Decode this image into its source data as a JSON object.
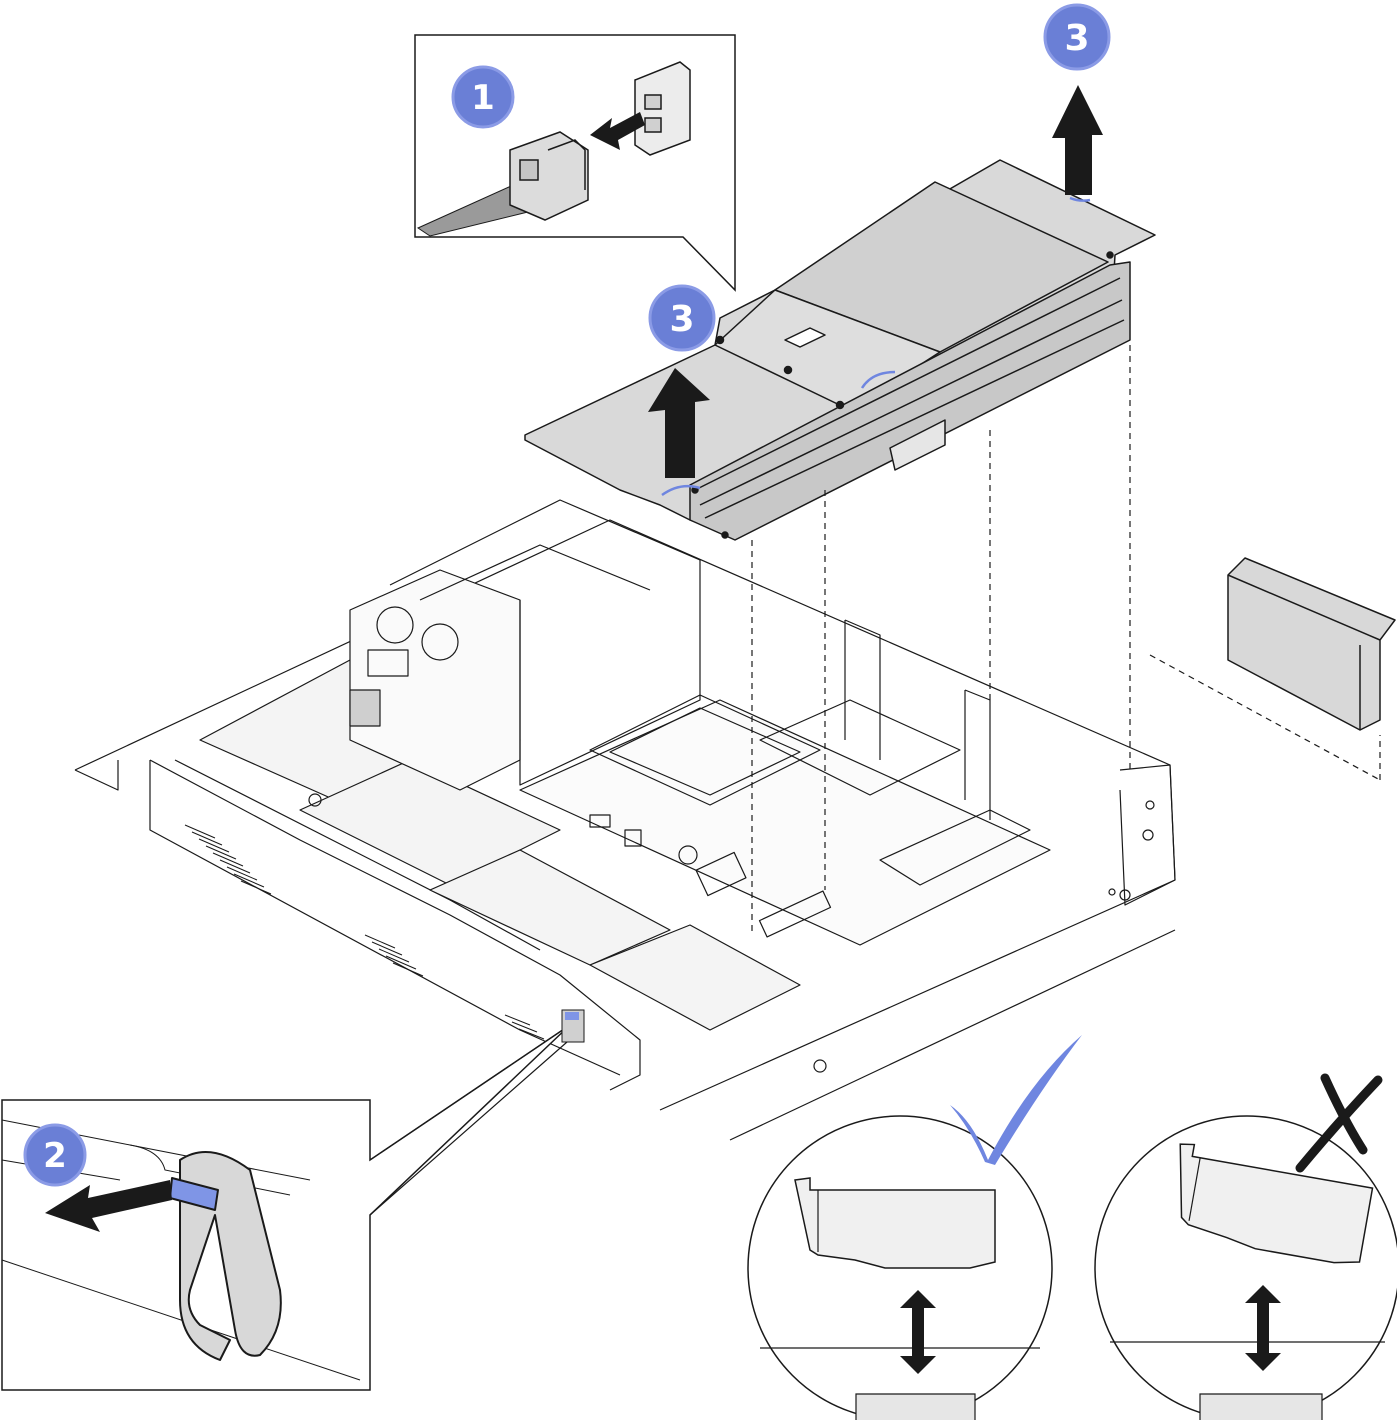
{
  "steps": {
    "step1": "1",
    "step2": "2",
    "step3a": "3",
    "step3b": "3"
  },
  "colors": {
    "badge": "#6a7fd6",
    "badge_light": "#8b9be6",
    "accent": "#6f86e0",
    "line": "#1a1a1a",
    "fill": "#d7d7d7",
    "fill_dark": "#bdbdbd",
    "check": "#6f86e0",
    "cross": "#1a1a1a"
  },
  "icons": {
    "check": "check-icon",
    "cross": "cross-icon",
    "arrow_up": "arrow-up-icon",
    "arrow_left": "arrow-left-icon",
    "arrow_vertical": "double-arrow-icon"
  }
}
